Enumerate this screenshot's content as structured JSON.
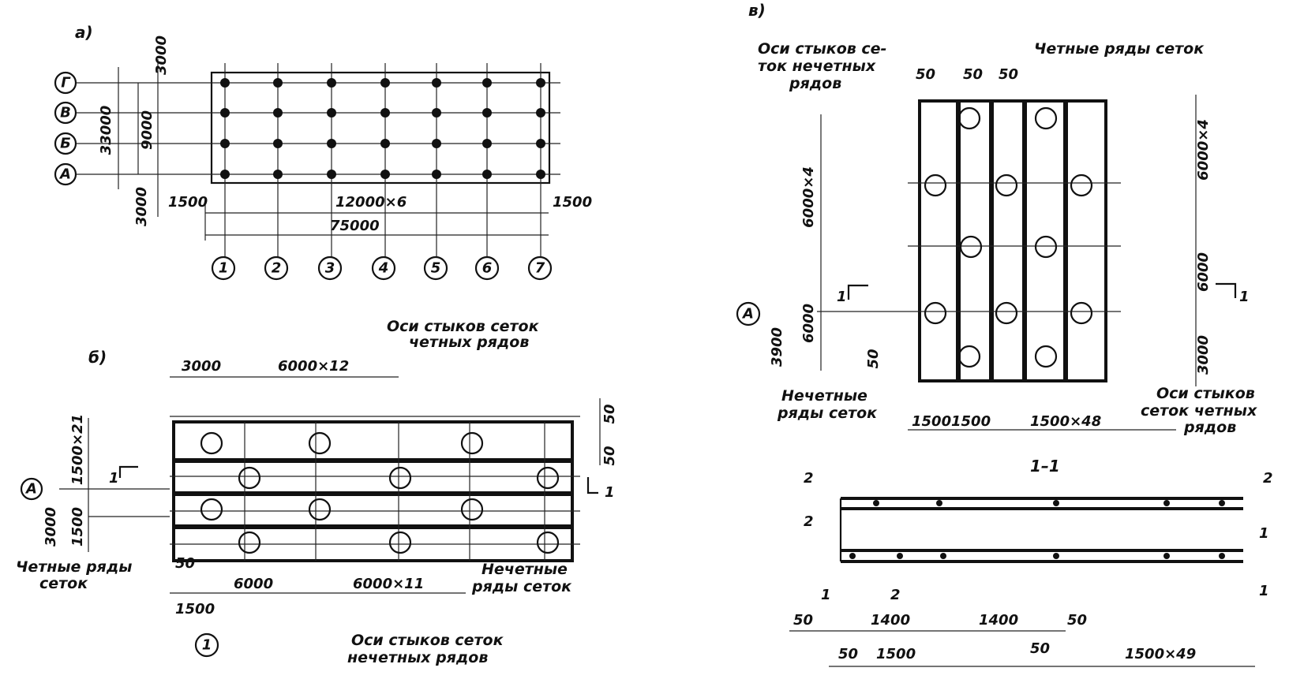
{
  "panel_a": {
    "label": "а)",
    "rows": [
      "Г",
      "В",
      "Б",
      "А"
    ],
    "columns": [
      "1",
      "2",
      "3",
      "4",
      "5",
      "6",
      "7"
    ],
    "dims": {
      "total_height": "33000",
      "stacked": "3000",
      "row_pitch": "9000",
      "top_offset": "3000",
      "bottom_offset": "3000",
      "left_offset": "1500",
      "right_offset": "1500",
      "span": "12000×6",
      "total_length": "75000"
    }
  },
  "panel_b": {
    "label": "б)",
    "row_label": "А",
    "col_label": "1",
    "section_mark": "1",
    "notes": {
      "even_axes": "Оси стыков сеток четных рядов",
      "odd_axes": "Оси стыков сеток нечетных рядов",
      "even_rows": "Четные ряды сеток",
      "odd_rows": "Нечетные ряды сеток"
    },
    "dims": {
      "top_first": "3000",
      "top_repeat": "6000×12",
      "left_stack": "1500×21",
      "left_3000": "3000",
      "left_1500": "1500",
      "right_50_a": "50",
      "right_50_b": "50",
      "bottom_50": "50",
      "bottom_6000": "6000",
      "bottom_repeat": "6000×11",
      "bottom_1500": "1500"
    }
  },
  "panel_c": {
    "label": "в)",
    "row_label": "А",
    "section_mark": "1",
    "notes": {
      "odd_axes": "Оси стыков сеток нечетных рядов",
      "even_rows": "Четные ряды сеток",
      "odd_rows": "Нечетные ряды сеток",
      "even_axes": "Оси стыков сеток четных рядов"
    },
    "dims": {
      "top_50_a": "50",
      "top_50_b": "50",
      "top_50_c": "50",
      "left_repeat": "6000×4",
      "left_6000": "6000",
      "left_3900": "3900",
      "left_50": "50",
      "right_repeat": "6000×4",
      "right_6000": "6000",
      "right_3000": "3000",
      "bottom_1500_a": "1500",
      "bottom_1500_b": "1500",
      "bottom_repeat": "1500×48"
    }
  },
  "section_11": {
    "title": "1–1",
    "markers": [
      "2",
      "2",
      "2",
      "1",
      "1",
      "1",
      "2"
    ],
    "dims": {
      "d50_a": "50",
      "d1400_a": "1400",
      "d1400_b": "1400",
      "d50_b": "50",
      "d50_c": "50",
      "d1500": "1500",
      "d50_d": "50",
      "repeat": "1500×49"
    }
  }
}
